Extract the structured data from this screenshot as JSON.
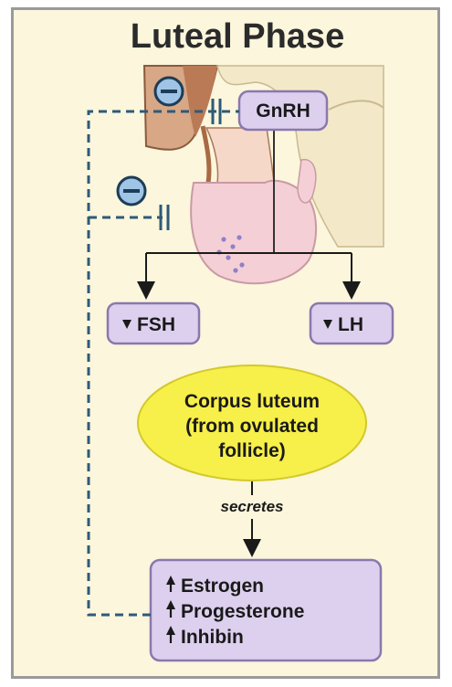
{
  "title": "Luteal Phase",
  "hypothalamus_hormone": "GnRH",
  "pituitary_hormones": {
    "left": {
      "label": "FSH",
      "arrow": "down"
    },
    "right": {
      "label": "LH",
      "arrow": "down"
    }
  },
  "corpus_luteum": {
    "line1": "Corpus luteum",
    "line2": "(from ovulated",
    "line3": "follicle)"
  },
  "secretes_label": "secretes",
  "ovarian_hormones": [
    {
      "label": "Estrogen",
      "arrow": "up"
    },
    {
      "label": "Progesterone",
      "arrow": "up"
    },
    {
      "label": "Inhibin",
      "arrow": "up"
    }
  ],
  "inhibition_symbol": "⊖",
  "colors": {
    "background": "#fbf6dc",
    "hormone_box": "#ddd0ef",
    "hormone_border": "#8a78ad",
    "corpus_luteum": "#f7ef4a",
    "pituitary": "#f5cfd6",
    "brain_tissue": "#c98f6a",
    "feedback_line": "#2e5a78"
  }
}
